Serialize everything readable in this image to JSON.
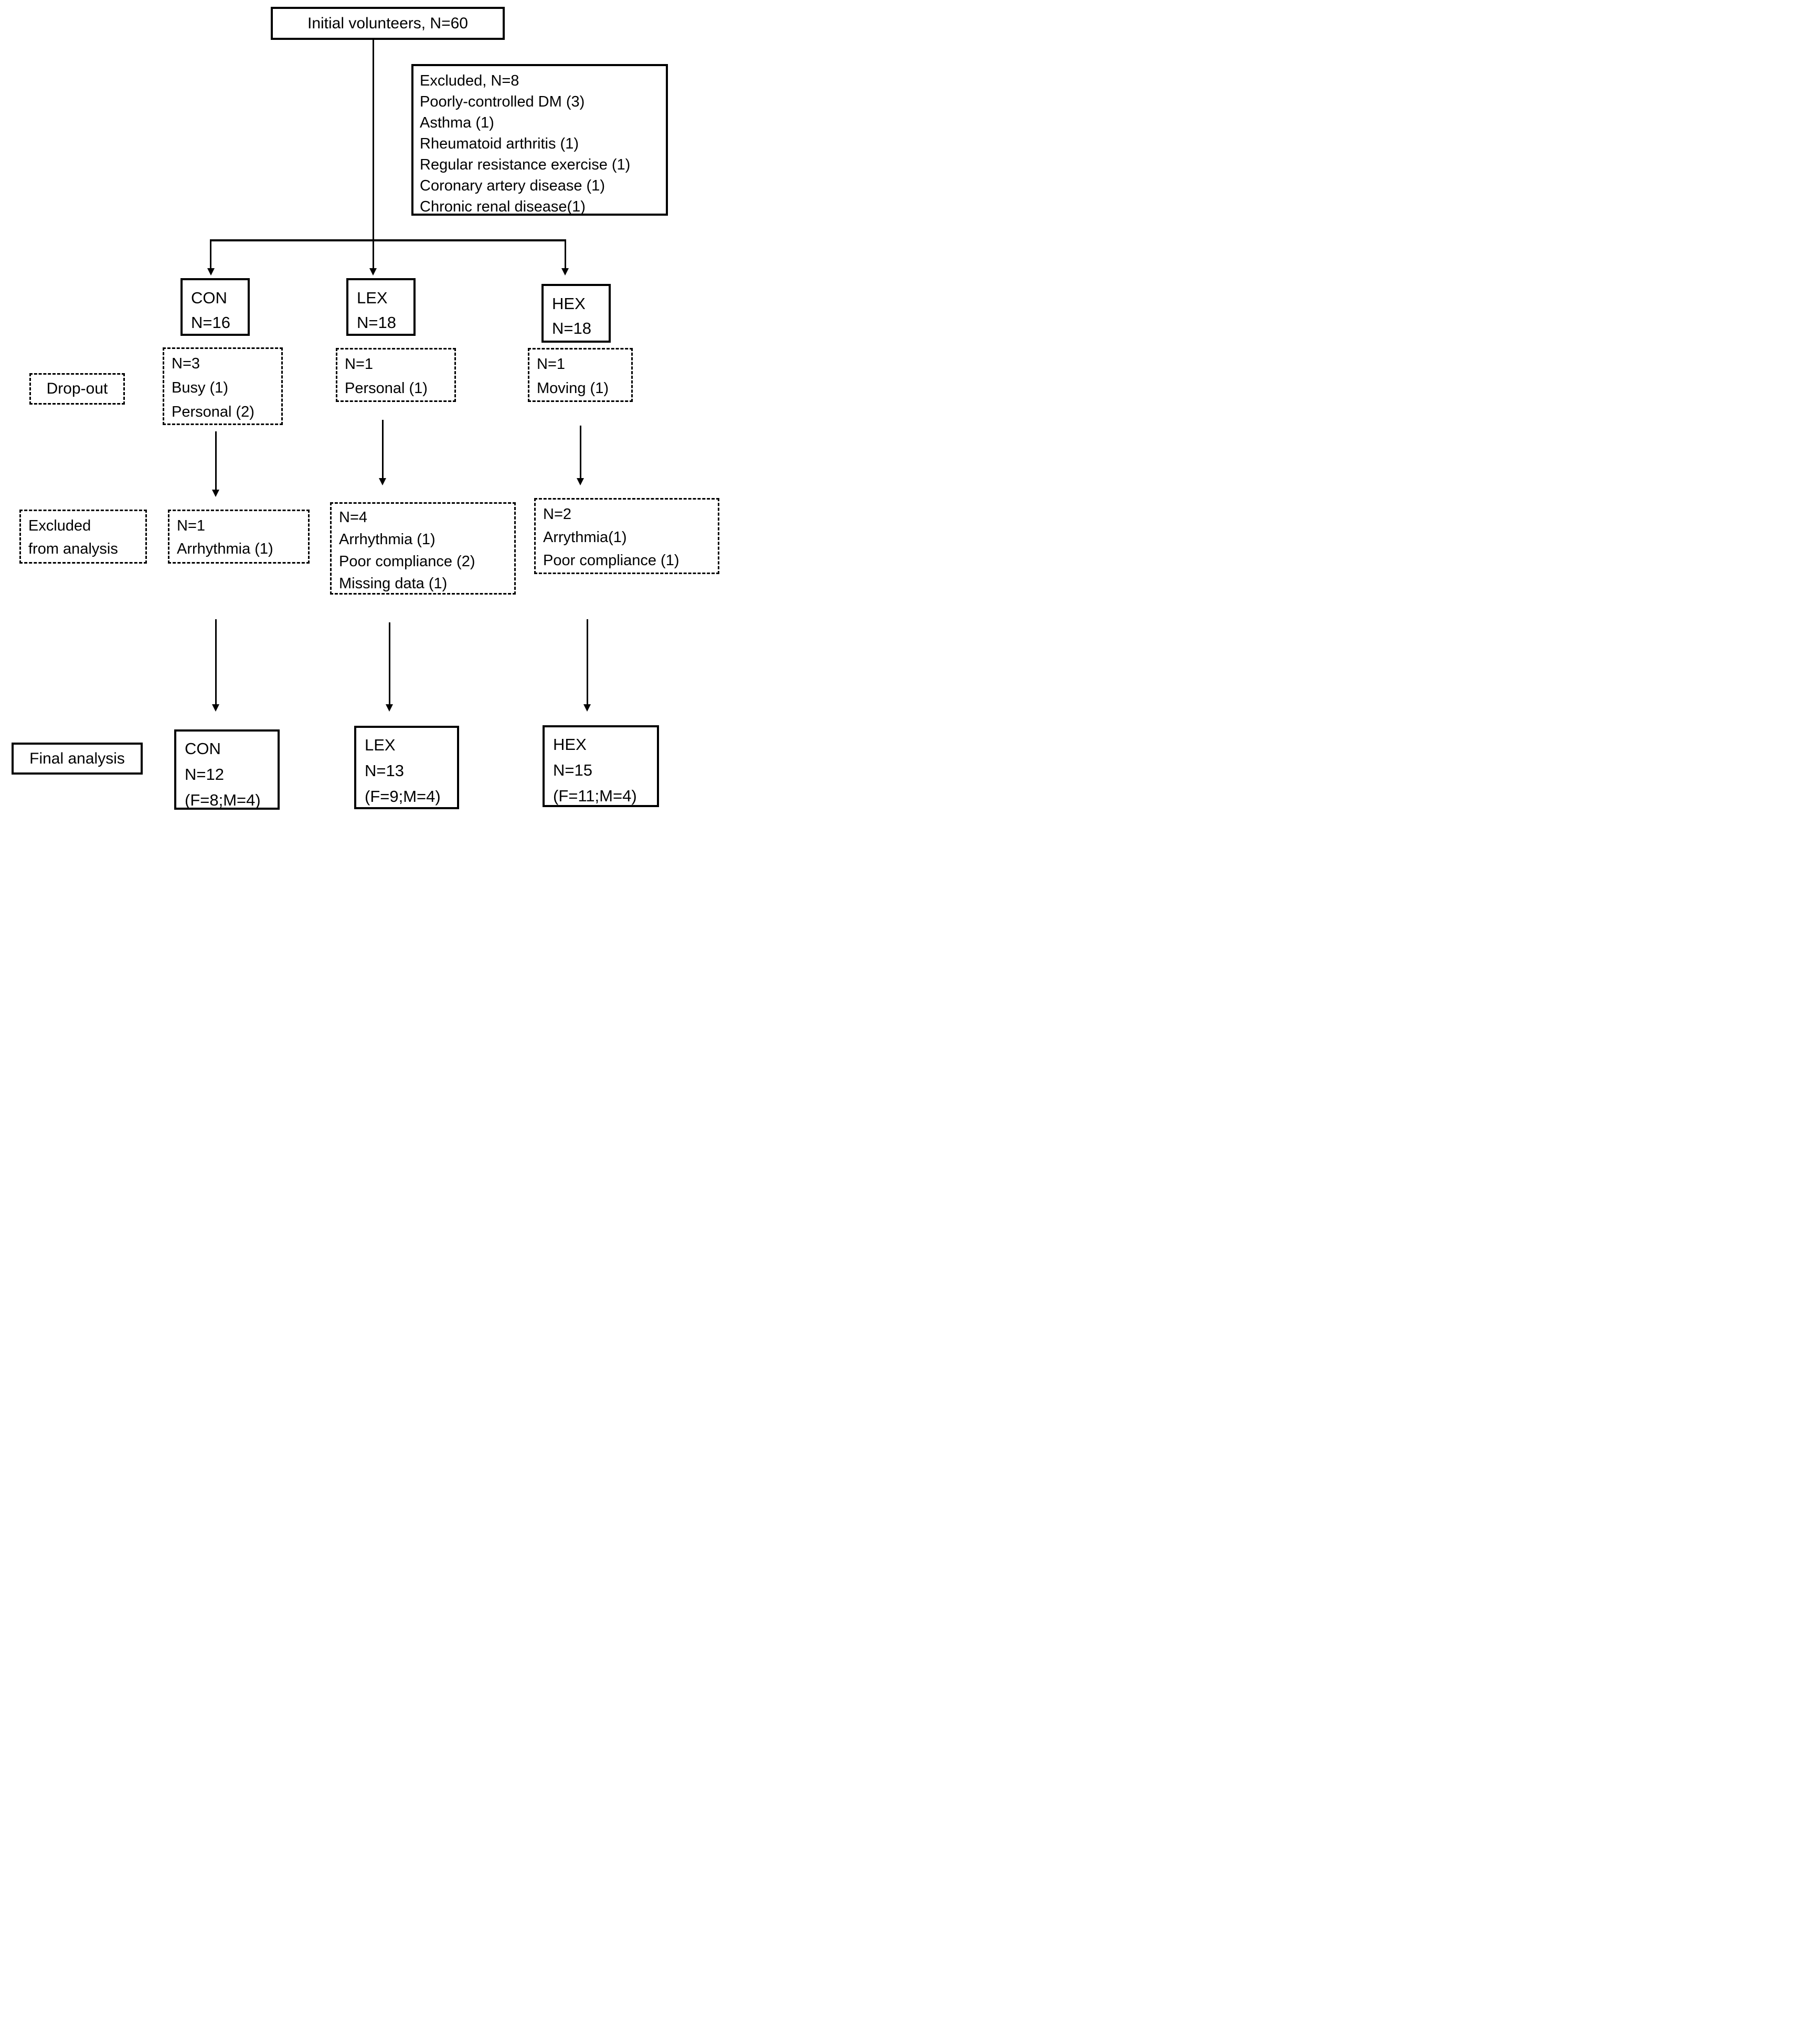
{
  "diagram": {
    "top": {
      "label": "Initial volunteers, N=60"
    },
    "excluded_initial": {
      "title": "Excluded, N=8",
      "items": [
        "Poorly-controlled DM (3)",
        "Asthma (1)",
        "Rheumatoid arthritis (1)",
        "Regular resistance exercise (1)",
        "Coronary artery disease (1)",
        "Chronic renal disease(1)"
      ]
    },
    "groups": [
      {
        "name": "CON",
        "n": "N=16"
      },
      {
        "name": "LEX",
        "n": "N=18"
      },
      {
        "name": "HEX",
        "n": "N=18"
      }
    ],
    "row_labels": {
      "dropout": "Drop-out",
      "excluded_line1": "Excluded",
      "excluded_line2": "from analysis",
      "final": "Final analysis"
    },
    "dropout": [
      {
        "lines": [
          "N=3",
          "Busy (1)",
          "Personal (2)"
        ]
      },
      {
        "lines": [
          "N=1",
          "Personal (1)"
        ]
      },
      {
        "lines": [
          "N=1",
          "Moving (1)"
        ]
      }
    ],
    "excluded_analysis": [
      {
        "lines": [
          "N=1",
          "Arrhythmia (1)"
        ]
      },
      {
        "lines": [
          "N=4",
          "Arrhythmia (1)",
          "Poor compliance (2)",
          "Missing data (1)"
        ]
      },
      {
        "lines": [
          "N=2",
          "Arrythmia(1)",
          "Poor compliance (1)"
        ]
      }
    ],
    "final": [
      {
        "lines": [
          "CON",
          "N=12",
          "(F=8;M=4)"
        ]
      },
      {
        "lines": [
          "LEX",
          "N=13",
          "(F=9;M=4)"
        ]
      },
      {
        "lines": [
          "HEX",
          "N=15",
          "(F=11;M=4)"
        ]
      }
    ],
    "colors": {
      "stroke": "#000000",
      "background": "#ffffff"
    }
  }
}
